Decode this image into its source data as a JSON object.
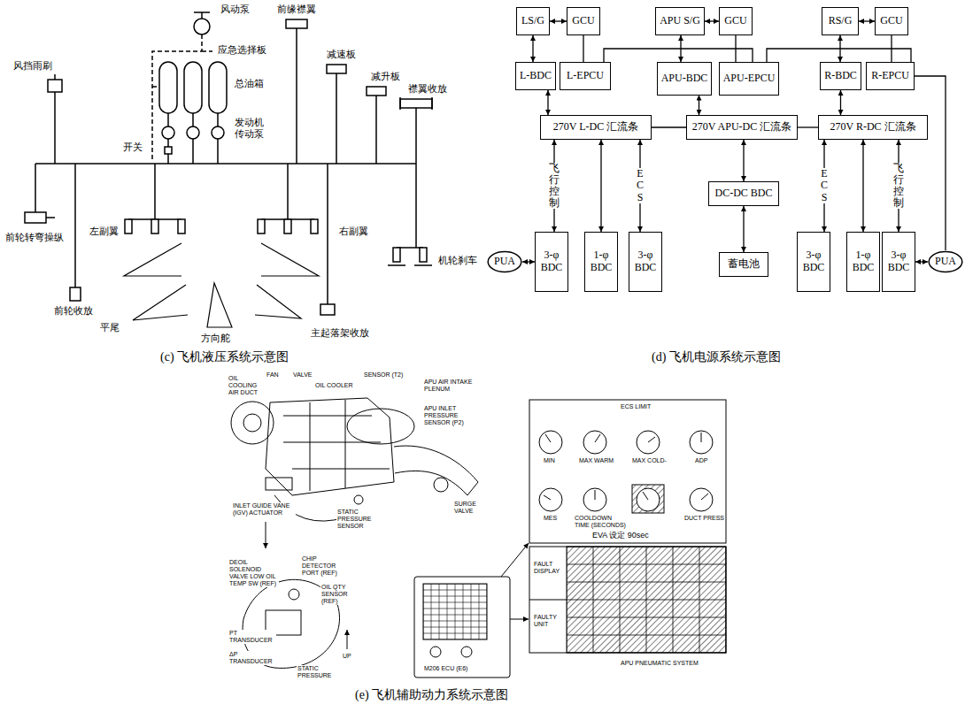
{
  "diagram": {
    "nodes": [
      {
        "text": [
          "LS/G"
        ]
      },
      {
        "text": [
          "GCU"
        ]
      },
      {
        "text": [
          "APU S/G"
        ]
      },
      {
        "text": [
          "GCU"
        ]
      },
      {
        "text": [
          "RS/G"
        ]
      },
      {
        "text": [
          "GCU"
        ]
      },
      {
        "text": [
          "L-BDC"
        ]
      },
      {
        "text": [
          "L-EPCU"
        ]
      },
      {
        "text": [
          "APU-BDC"
        ]
      },
      {
        "text": [
          "APU-EPCU"
        ]
      },
      {
        "text": [
          "R-BDC"
        ]
      },
      {
        "text": [
          "R-EPCU"
        ]
      },
      {
        "text": [
          "270V L-DC 汇流条"
        ]
      },
      {
        "text": [
          "270V APU-DC 汇流条"
        ]
      },
      {
        "text": [
          "270V R-DC 汇流条"
        ]
      },
      {
        "text": [
          "DC-DC BDC"
        ]
      },
      {
        "text": [
          "蓄电池"
        ]
      },
      {
        "text": [
          "PUA"
        ]
      },
      {
        "text": [
          "3-φ BDC"
        ]
      },
      {
        "text": [
          "1-φ BDC"
        ]
      },
      {
        "text": [
          "3-φ BDC"
        ]
      },
      {
        "text": [
          "3-φ BDC"
        ]
      },
      {
        "text": [
          "1-φ BDC"
        ]
      },
      {
        "text": [
          "3-φ BDC"
        ]
      },
      {
        "text": [
          "PUA"
        ]
      }
    ],
    "edges": [
      {
        "from": 0,
        "to": 1,
        "arrow": "both"
      },
      {
        "from": 2,
        "to": 3,
        "arrow": "both"
      },
      {
        "from": 4,
        "to": 5,
        "arrow": "both"
      },
      {
        "from": 0,
        "to": 6,
        "arrow": "both"
      },
      {
        "from": 2,
        "to": 8,
        "arrow": "both"
      },
      {
        "from": 4,
        "to": 10,
        "arrow": "both"
      },
      {
        "from": 1,
        "to": 7,
        "arrow": "none"
      },
      {
        "from": 3,
        "to": 9,
        "arrow": "none"
      },
      {
        "from": 5,
        "to": 11,
        "arrow": "none"
      },
      {
        "from": 6,
        "to": 12,
        "arrow": "both"
      },
      {
        "from": 8,
        "to": 13,
        "arrow": "both"
      },
      {
        "from": 10,
        "to": 14,
        "arrow": "both"
      },
      {
        "from": 7,
        "to": 9,
        "arrow": "none"
      },
      {
        "from": 9,
        "to": 11,
        "arrow": "none"
      },
      {
        "from": 12,
        "to": 13,
        "arrow": "none"
      },
      {
        "from": 13,
        "to": 14,
        "arrow": "none"
      },
      {
        "from": 13,
        "to": 15,
        "arrow": "both"
      },
      {
        "from": 15,
        "to": 16,
        "arrow": "both"
      },
      {
        "from": 12,
        "to": 18,
        "arrow": "both",
        "label": "飞行控制"
      },
      {
        "from": 12,
        "to": 19,
        "arrow": "both"
      },
      {
        "from": 12,
        "to": 20,
        "arrow": "both",
        "label": "ECS"
      },
      {
        "from": 14,
        "to": 21,
        "arrow": "both",
        "label": "ECS"
      },
      {
        "from": 14,
        "to": 22,
        "arrow": "both"
      },
      {
        "from": 14,
        "to": 23,
        "arrow": "both",
        "label": "飞行控制"
      },
      {
        "from": 17,
        "to": 18,
        "arrow": "both"
      },
      {
        "from": 23,
        "to": 24,
        "arrow": "both"
      },
      {
        "from": 11,
        "to": 24,
        "arrow": "none"
      }
    ],
    "labels": [
      "风动泵",
      "前缘襟翼",
      "应急选择板",
      "减速板",
      "总油箱",
      "减升板",
      "风挡雨刷",
      "襟翼收放",
      "发动机 传动泵",
      "开关",
      "前轮转弯操纵",
      "左副翼",
      "右副翼",
      "机轮刹车",
      "前轮收放",
      "主起落架收放",
      "平尾",
      "方向舵",
      "OIL COOLING AIR DUCT",
      "FAN",
      "VALVE",
      "OIL COOLER",
      "SENSOR (T2)",
      "APU AIR INTAKE PLENUM",
      "APU INLET PRESSURE SENSOR (P2)",
      "INLET GUIDE VANE (IGV) ACTUATOR",
      "STATIC PRESSURE SENSOR",
      "SURGE VALVE",
      "DEOIL SOLENOID VALVE LOW OIL TEMP SW (REF)",
      "CHIP DETECTOR PORT (REF)",
      "OIL QTY SENSOR (REF)",
      "PT TRANSDUCER",
      "ΔP TRANSDUCER",
      "STATIC PRESSURE",
      "UP",
      "M206 ECU (E6)",
      "ECS LIMIT",
      "MIN",
      "MAX WARM",
      "MAX COLD-",
      "ADP",
      "MES",
      "COOLDOWN TIME (SECONDS)",
      "DUCT PRESS",
      "EVA 设定 90sec",
      "FAULT DISPLAY",
      "FAULTY UNIT",
      "APU PNEUMATIC SYSTEM",
      "(c) 飞机液压系统示意图",
      "(d) 飞机电源系统示意图",
      "(e) 飞机辅助动力系统示意图"
    ]
  }
}
